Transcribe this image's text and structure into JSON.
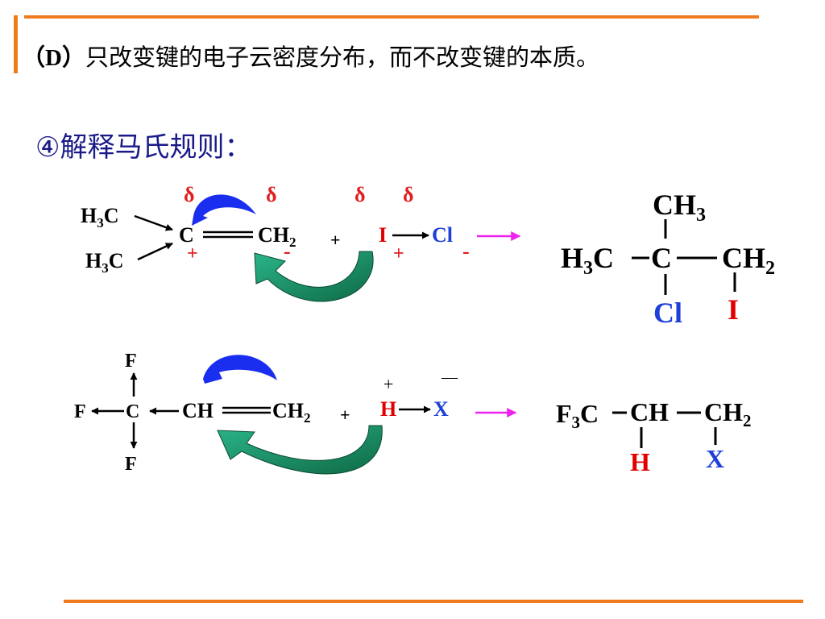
{
  "colors": {
    "frame": "#f07b1f",
    "title": "#1a1a8a",
    "partial_charge": "#e02020",
    "iodine": "#e00000",
    "chlorine": "#1e3fd8",
    "hydrogen": "#e00000",
    "halogen_x": "#1e3fd8",
    "electron_cloud_arrow": "#1a2ef0",
    "attack_arrow": "#1f8f6a",
    "reaction_arrow": "#ee22ee"
  },
  "header": {
    "marker": "（D）",
    "text": "只改变键的电子云密度分布，而不改变键的本质。"
  },
  "section": {
    "title": "④解释马氏规则："
  },
  "reaction1": {
    "delta_symbol": "δ",
    "plus_charge": "+",
    "minus_charge": "-",
    "methyl_top": "H3C",
    "methyl_bottom": "H3C",
    "carbon": "C",
    "ch2": "CH2",
    "plus_sign": "+",
    "iodine": "I",
    "chlorine": "Cl",
    "product": {
      "top": "CH3",
      "left": "H3C",
      "center": "C",
      "right": "CH2",
      "below_center": "Cl",
      "below_right": "I"
    }
  },
  "reaction2": {
    "fluorine": "F",
    "carbon": "C",
    "ch": "CH",
    "ch2": "CH2",
    "plus_sign": "+",
    "plus_charge": "+",
    "minus_charge": "—",
    "hydrogen": "H",
    "halogen": "X",
    "product": {
      "left": "F3C",
      "center": "CH",
      "right": "CH2",
      "below_center": "H",
      "below_right": "X"
    }
  }
}
